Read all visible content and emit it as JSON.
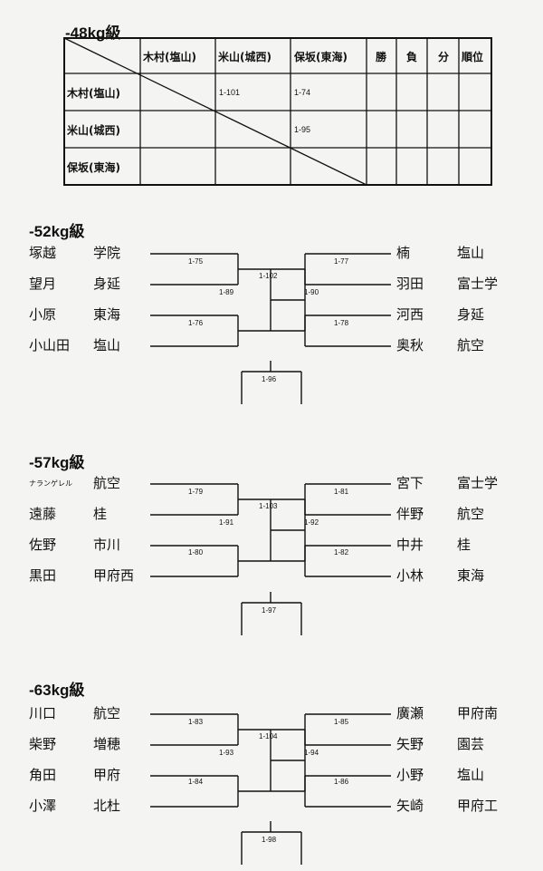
{
  "table48": {
    "title": "-48kg級",
    "headers": [
      "木村(塩山)",
      "米山(城西)",
      "保坂(東海)",
      "勝",
      "負",
      "分",
      "順位"
    ],
    "rows": [
      {
        "name": "木村(塩山)",
        "cells": [
          "",
          "1-101",
          "1-74"
        ]
      },
      {
        "name": "米山(城西)",
        "cells": [
          "",
          "",
          "1-95"
        ]
      },
      {
        "name": "保坂(東海)",
        "cells": [
          "",
          "",
          ""
        ]
      }
    ]
  },
  "brackets": [
    {
      "title": "-52kg級",
      "left": [
        {
          "name": "塚越",
          "school": "学院"
        },
        {
          "name": "望月",
          "school": "身延"
        },
        {
          "name": "小原",
          "school": "東海"
        },
        {
          "name": "小山田",
          "school": "塩山"
        }
      ],
      "right": [
        {
          "name": "楠",
          "school": "塩山"
        },
        {
          "name": "羽田",
          "school": "富士学"
        },
        {
          "name": "河西",
          "school": "身延"
        },
        {
          "name": "奥秋",
          "school": "航空"
        }
      ],
      "matches": {
        "l1": "1-75",
        "l2": "1-76",
        "lsf": "1-89",
        "final": "1-102",
        "rsf": "1-90",
        "r1": "1-77",
        "r2": "1-78",
        "third": "1-96"
      }
    },
    {
      "title": "-57kg級",
      "left": [
        {
          "name": "ナランゲレル",
          "school": "航空",
          "small": true
        },
        {
          "name": "遠藤",
          "school": "桂"
        },
        {
          "name": "佐野",
          "school": "市川"
        },
        {
          "name": "黒田",
          "school": "甲府西"
        }
      ],
      "right": [
        {
          "name": "宮下",
          "school": "富士学"
        },
        {
          "name": "伴野",
          "school": "航空"
        },
        {
          "name": "中井",
          "school": "桂"
        },
        {
          "name": "小林",
          "school": "東海"
        }
      ],
      "matches": {
        "l1": "1-79",
        "l2": "1-80",
        "lsf": "1-91",
        "final": "1-103",
        "rsf": "1-92",
        "r1": "1-81",
        "r2": "1-82",
        "third": "1-97"
      }
    },
    {
      "title": "-63kg級",
      "left": [
        {
          "name": "川口",
          "school": "航空"
        },
        {
          "name": "柴野",
          "school": "増穂"
        },
        {
          "name": "角田",
          "school": "甲府"
        },
        {
          "name": "小澤",
          "school": "北杜"
        }
      ],
      "right": [
        {
          "name": "廣瀬",
          "school": "甲府南"
        },
        {
          "name": "矢野",
          "school": "園芸"
        },
        {
          "name": "小野",
          "school": "塩山"
        },
        {
          "name": "矢崎",
          "school": "甲府工"
        }
      ],
      "matches": {
        "l1": "1-83",
        "l2": "1-84",
        "lsf": "1-93",
        "final": "1-104",
        "rsf": "1-94",
        "r1": "1-85",
        "r2": "1-86",
        "third": "1-98"
      }
    }
  ]
}
